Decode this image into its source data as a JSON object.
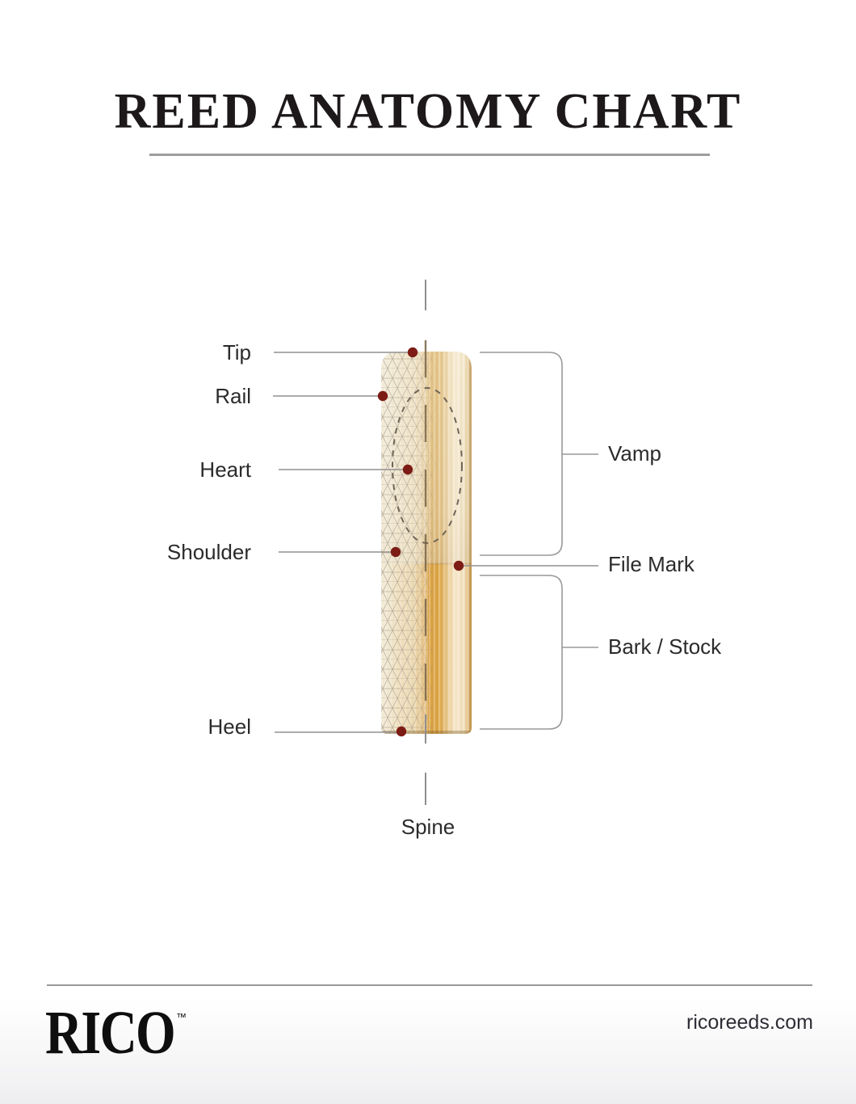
{
  "title": "REED ANATOMY CHART",
  "diagram": {
    "labels": {
      "tip": "Tip",
      "rail": "Rail",
      "heart": "Heart",
      "shoulder": "Shoulder",
      "heel": "Heel",
      "vamp": "Vamp",
      "file_mark": "File Mark",
      "bark_stock": "Bark / Stock",
      "spine": "Spine"
    },
    "marker_color": "#7c1c14",
    "leader_line_color": "#919191",
    "reed_colors": {
      "vamp_tan": "#e8cc93",
      "bark_orange": "#dfa84d",
      "mesh_cream": "#f4eedd",
      "mesh_line": "#97897a",
      "spine_dash": "#7a6443"
    }
  },
  "footer": {
    "brand": "RICO",
    "trademark": "™",
    "website": "ricoreeds.com"
  }
}
